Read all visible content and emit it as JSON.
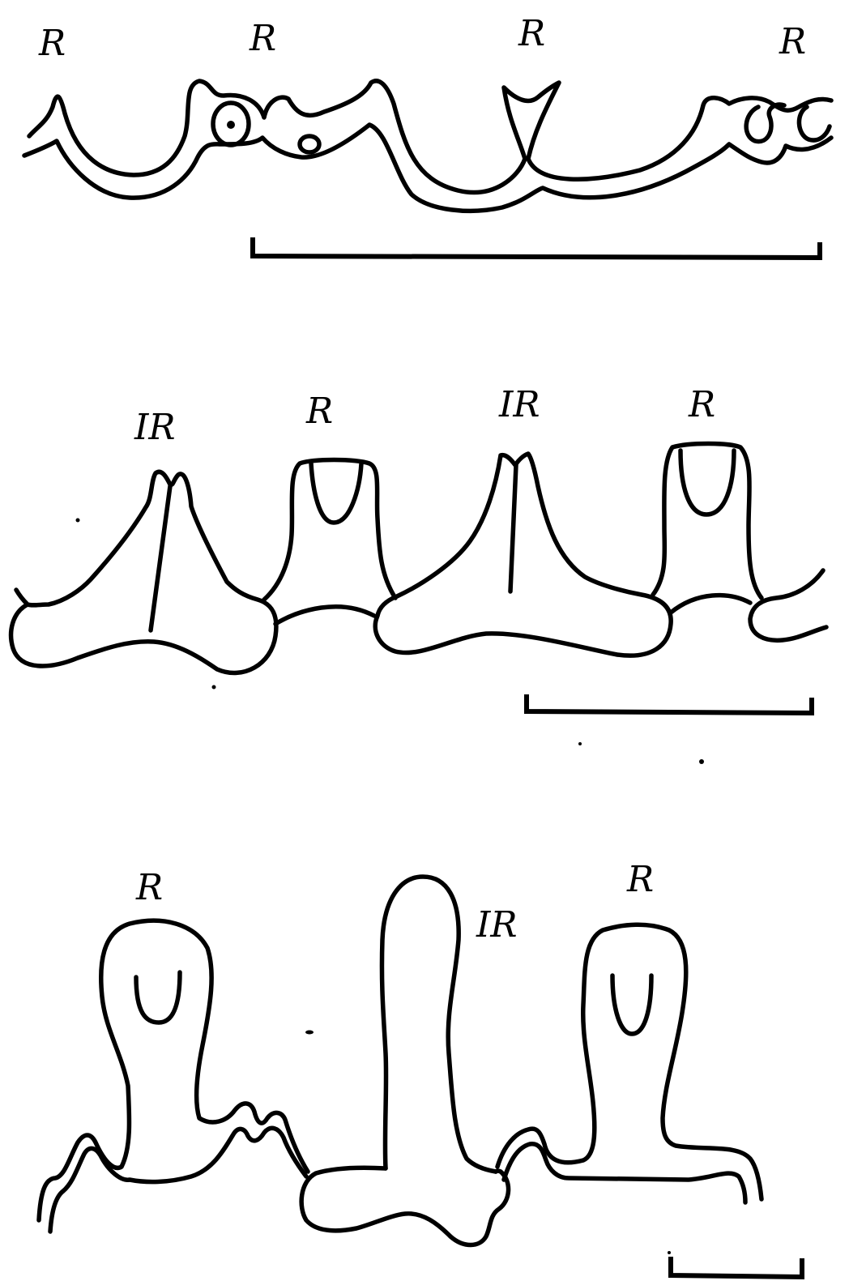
{
  "panels": [
    {
      "id": "top",
      "labels": [
        "R",
        "R",
        "R",
        "R"
      ]
    },
    {
      "id": "middle",
      "labels": [
        "IR",
        "R",
        "IR",
        "R"
      ]
    },
    {
      "id": "bottom",
      "labels": [
        "R",
        "IR",
        "R"
      ]
    }
  ],
  "colors": {
    "ink": "#000000",
    "paper": "#ffffff"
  }
}
